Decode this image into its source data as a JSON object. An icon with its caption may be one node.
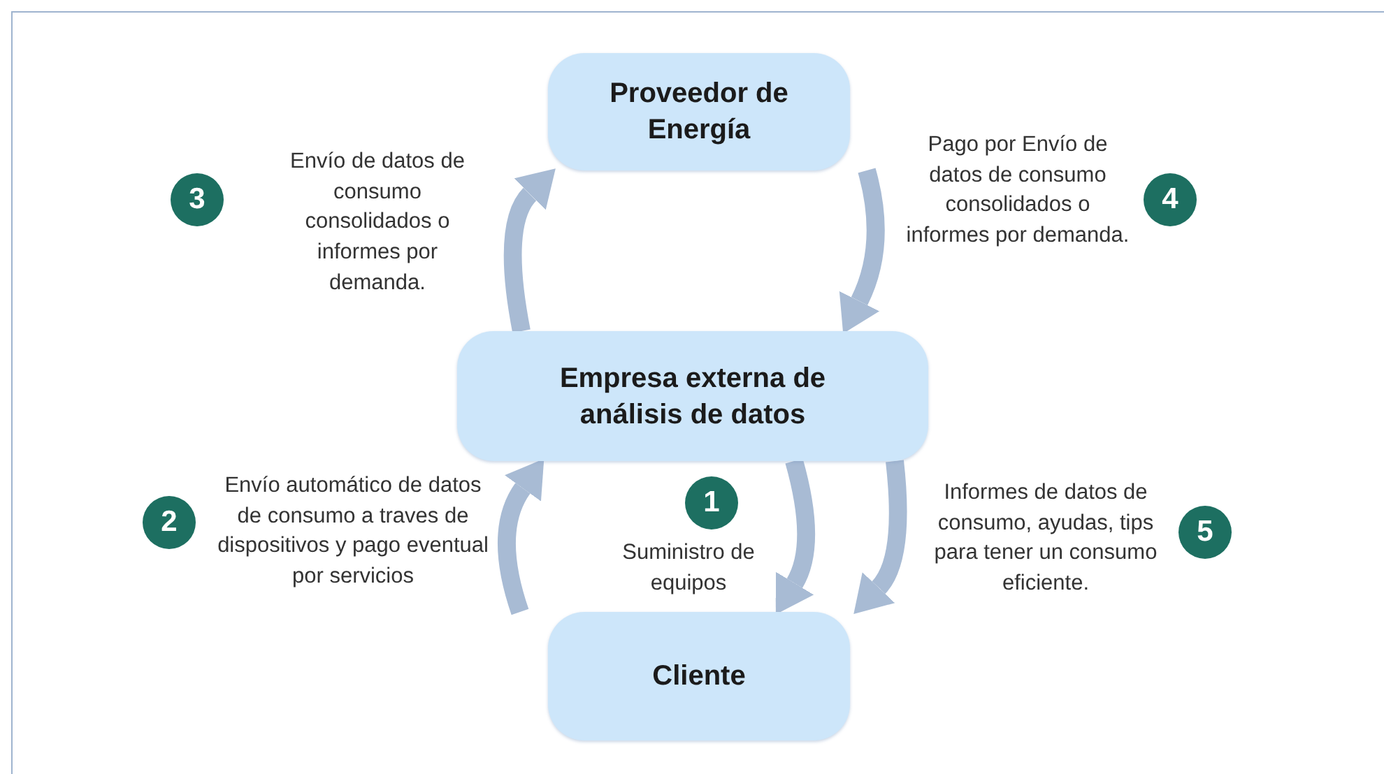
{
  "diagram": {
    "nodes": [
      {
        "text": [
          "Proveedor de Energía"
        ]
      },
      {
        "text": [
          "Empresa externa de análisis de datos"
        ]
      },
      {
        "text": [
          "Cliente"
        ]
      },
      {
        "text": [
          "3"
        ]
      },
      {
        "text": [
          "4"
        ]
      },
      {
        "text": [
          "1"
        ]
      },
      {
        "text": [
          "2"
        ]
      },
      {
        "text": [
          "5"
        ]
      }
    ],
    "edges": [
      {
        "from": 1,
        "to": 2,
        "arrow": "to",
        "label": "Suministro de equipos"
      },
      {
        "from": 2,
        "to": 1,
        "arrow": "to",
        "label": "Envío automático de datos de consumo a traves de dispositivos y pago eventual por servicios"
      },
      {
        "from": 1,
        "to": 0,
        "arrow": "to",
        "label": "Envío de datos de consumo consolidados o informes por demanda."
      },
      {
        "from": 0,
        "to": 1,
        "arrow": "to",
        "label": "Pago por Envío de datos de consumo consolidados o informes por demanda."
      },
      {
        "from": 1,
        "to": 2,
        "arrow": "to",
        "label": "Informes de datos de consumo, ayudas, tips para tener un consumo eficiente."
      }
    ]
  }
}
